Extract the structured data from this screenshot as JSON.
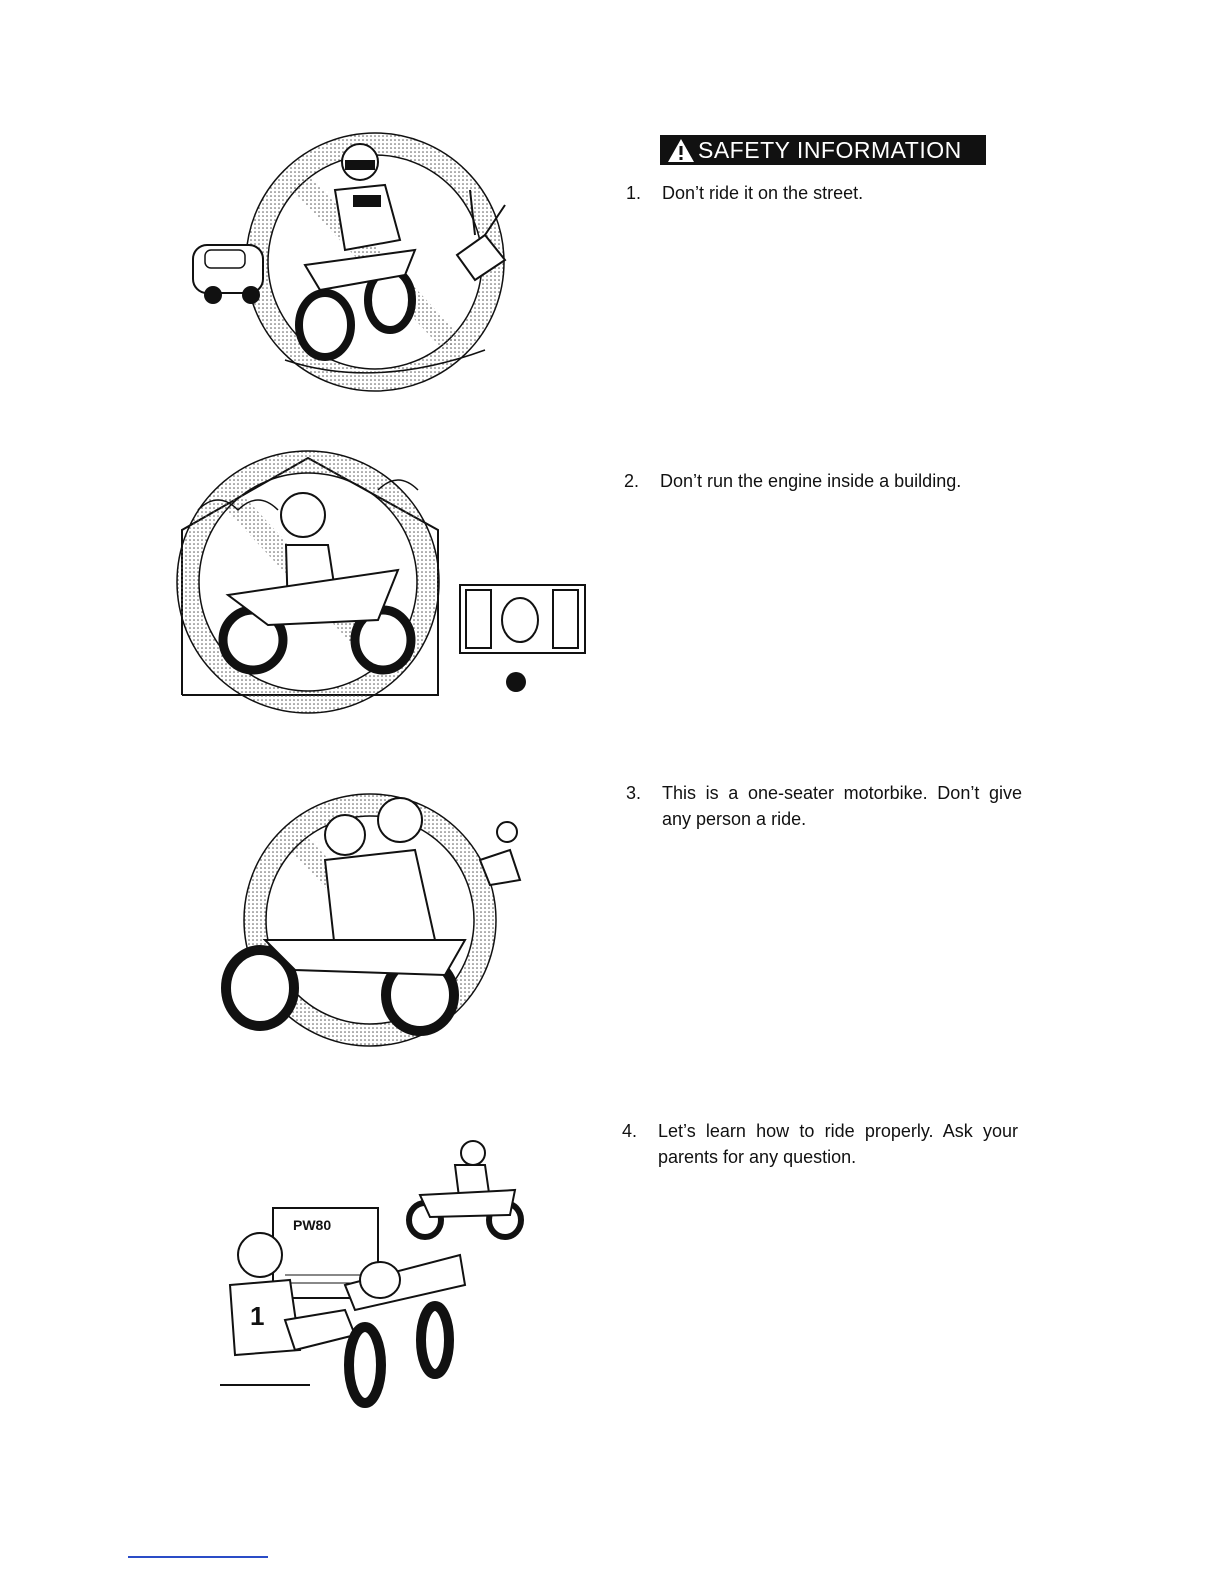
{
  "header": {
    "title": "SAFETY INFORMATION",
    "warning_icon": "warning-triangle-icon"
  },
  "items": [
    {
      "number": "1.",
      "text": "Don’t ride it on the street."
    },
    {
      "number": "2.",
      "text": "Don’t run the engine inside a building."
    },
    {
      "number": "3.",
      "text": "This is a one-seater motorbike. Don’t give any person a ride."
    },
    {
      "number": "4.",
      "text": "Let’s learn how to ride properly. Ask your parents for any question."
    }
  ],
  "illustration4": {
    "poster_label": "PW80",
    "jersey_number": "1"
  }
}
